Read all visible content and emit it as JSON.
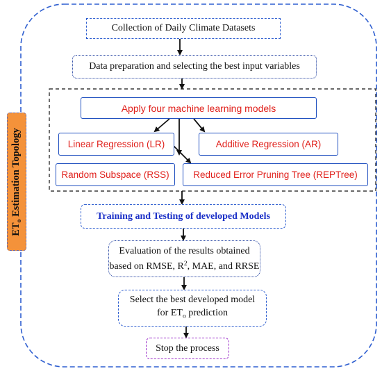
{
  "topology_label_prefix": "ET",
  "topology_label_sub": "o",
  "topology_label_rest": " Estimation Topology",
  "steps": {
    "collect": "Collection of Daily Climate Datasets",
    "prepare": "Data preparation and selecting the best input variables",
    "apply": "Apply four machine learning models",
    "training": "Training and Testing of developed Models",
    "stop": "Stop the process"
  },
  "models": {
    "lr": "Linear Regression (LR)",
    "ar": "Additive Regression (AR)",
    "rss": "Random Subspace (RSS)",
    "reptree": "Reduced Error Pruning Tree (REPTree)"
  },
  "evaluation": {
    "line1": "Evaluation of the results obtained",
    "line2_start": "based on RMSE, R",
    "line2_sup": "2",
    "line2_end": ", MAE, and RRSE"
  },
  "selection": {
    "line1": "Select the best developed model",
    "line2_start": "for ET",
    "line2_sub": "o",
    "line2_end": " prediction"
  },
  "colors": {
    "model_text": "#e0201b",
    "training_text": "#1a2fc7",
    "box_border": "#1f4fbf",
    "side_label_fill": "#f4923a",
    "stop_border": "#9b2fc9"
  }
}
